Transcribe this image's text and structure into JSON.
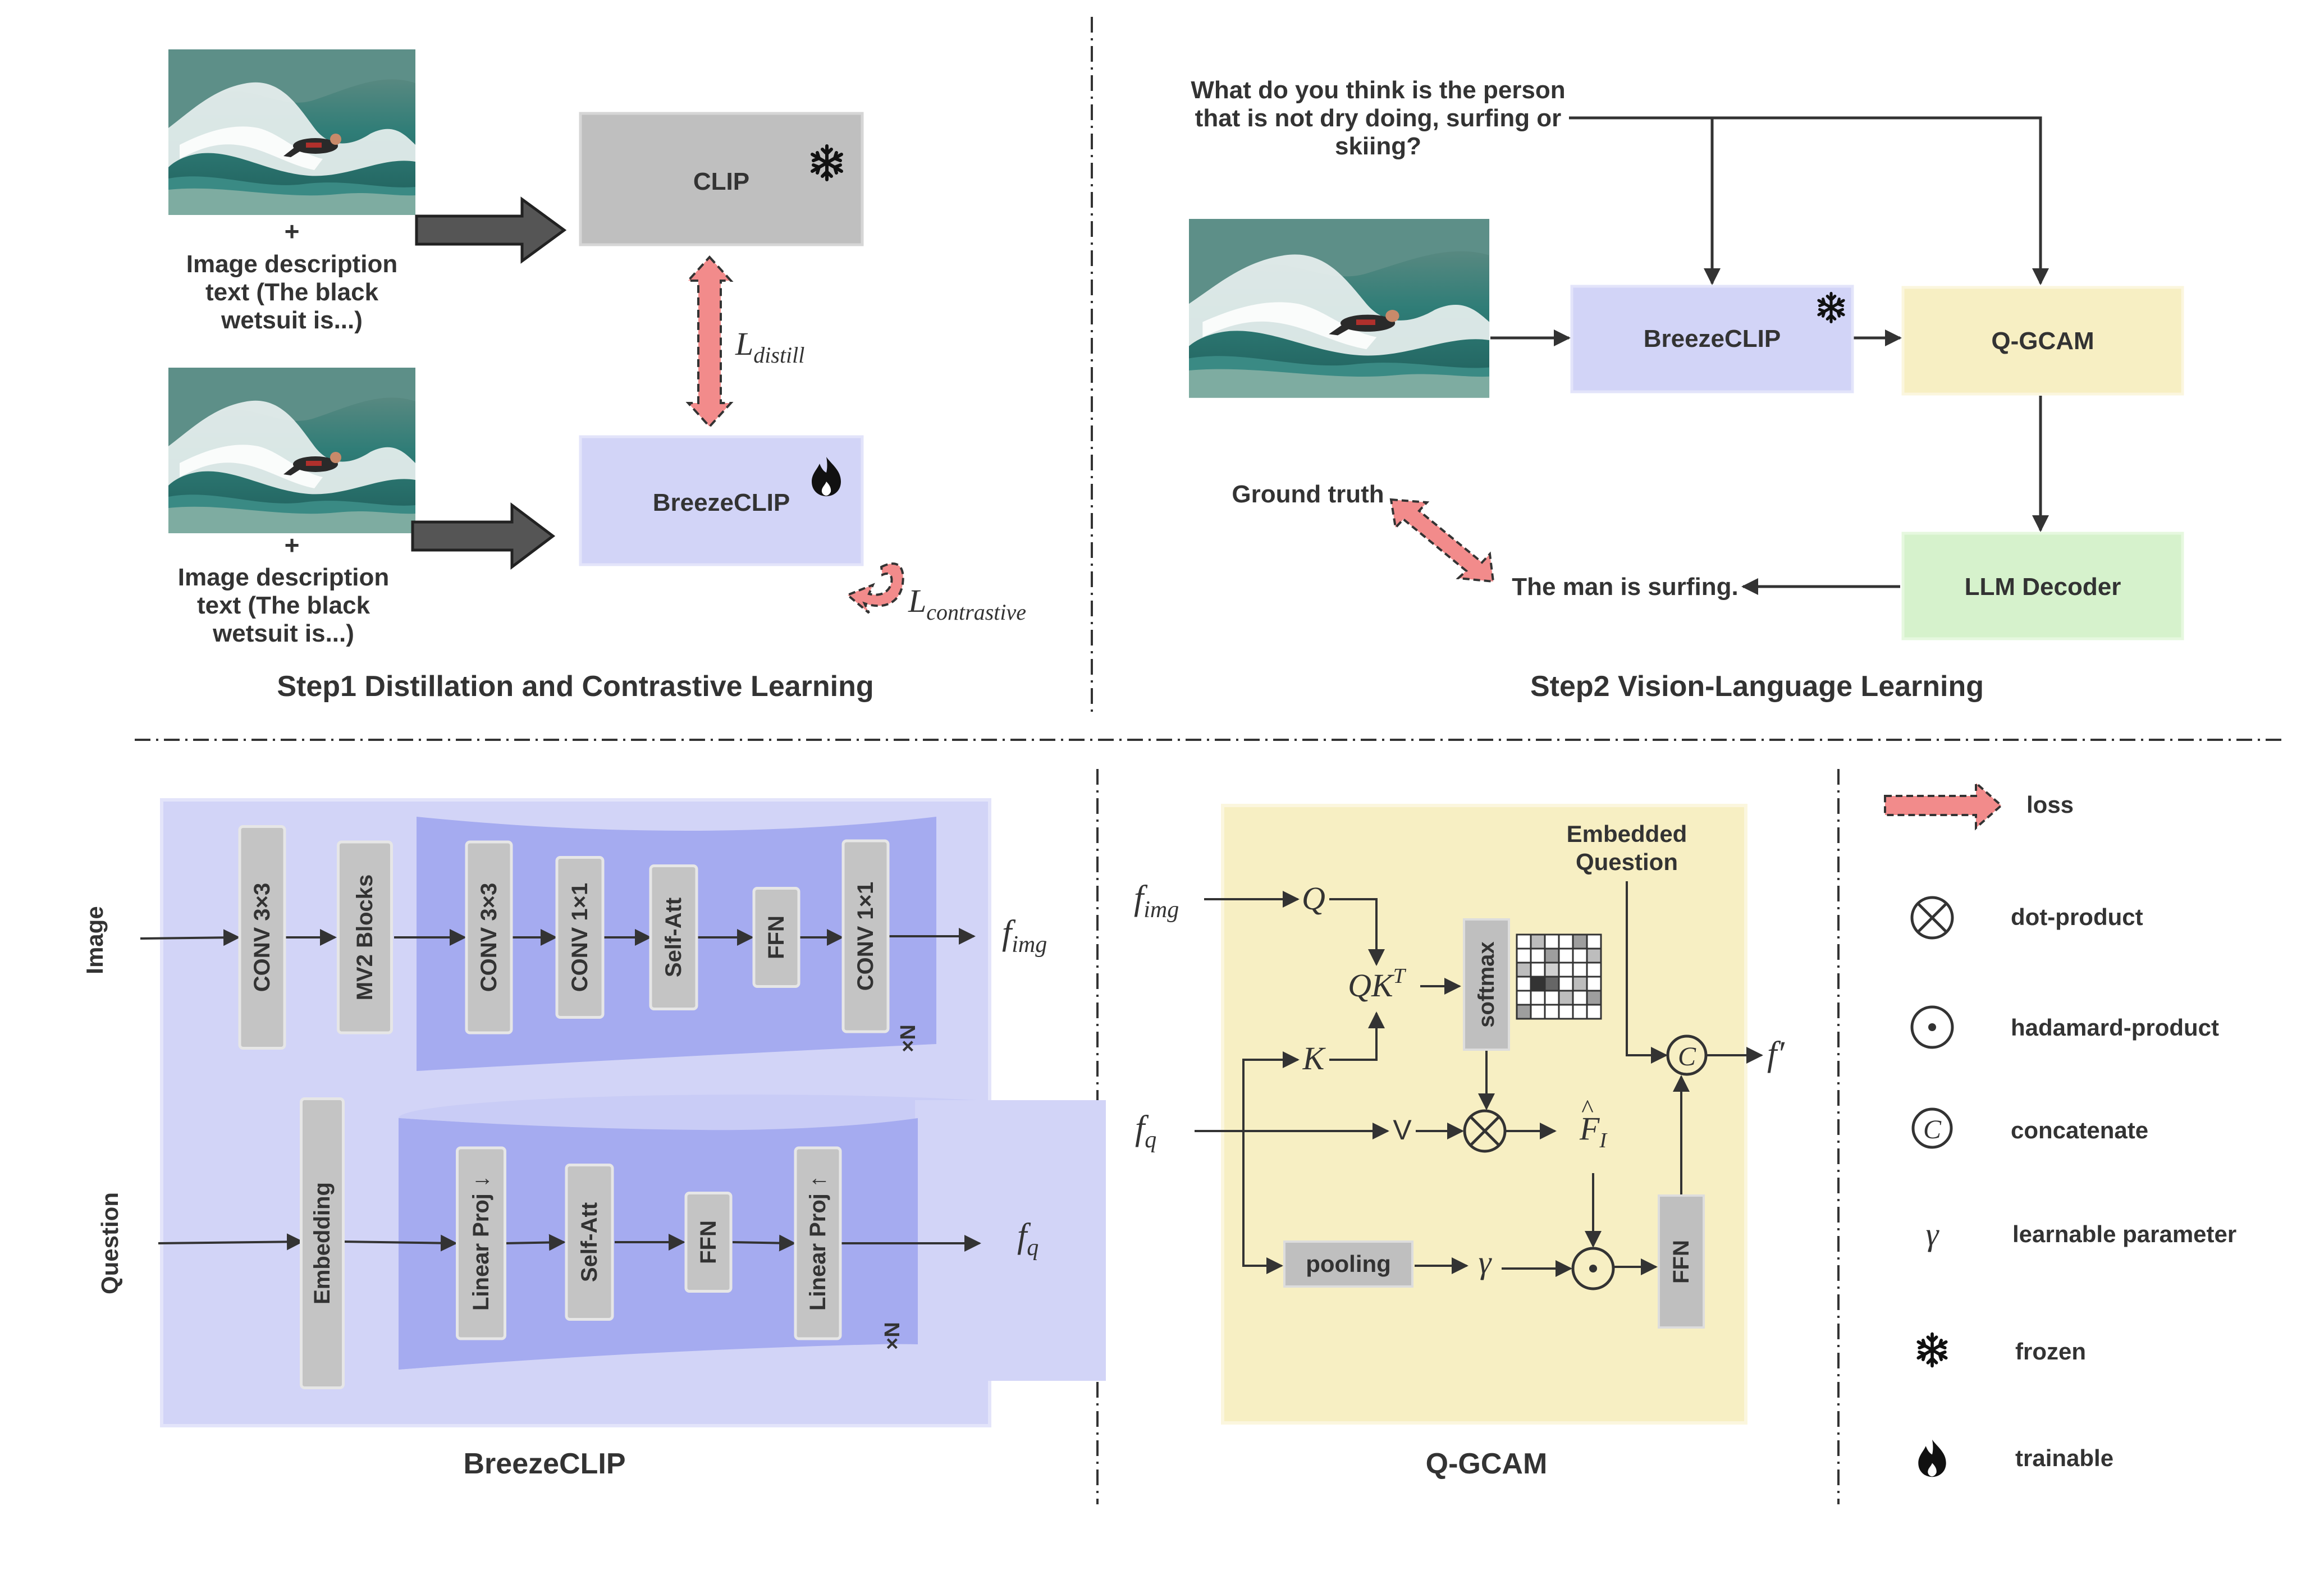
{
  "colors": {
    "breeze_purple": "#d2d4f7",
    "breeze_inner": "#a5abf0",
    "clip_gray": "#bfbfbf",
    "qgcam_yellow": "#f7efc3",
    "llm_green": "#d6f2cc",
    "block_gray": "#c4c4c4",
    "loss_pink": "#f28b8b",
    "wave_water": "#2e7d78"
  },
  "step1": {
    "title": "Step1 Distillation and Contrastive Learning",
    "plus": "+",
    "image_desc_top": [
      "Image description",
      "text (The black",
      "wetsuit is...)"
    ],
    "image_desc_bottom": [
      "Image description",
      "text (The black",
      "wetsuit is...)"
    ],
    "clip_label": "CLIP",
    "breeze_label": "BreezeCLIP",
    "loss_distill": {
      "base": "L",
      "sub": "distill"
    },
    "loss_contrastive": {
      "base": "L",
      "sub": "contrastive"
    },
    "frozen_icon": "snowflake-icon",
    "trainable_icon": "flame-icon"
  },
  "step2": {
    "title": "Step2 Vision-Language Learning",
    "question": [
      "What do you think is the person",
      "that is not dry doing, surfing or",
      "skiing?"
    ],
    "breeze_label": "BreezeCLIP",
    "qgcam_label": "Q-GCAM",
    "llm_label": "LLM Decoder",
    "answer": "The man is surfing.",
    "ground_truth": "Ground truth"
  },
  "breezeclip": {
    "title": "BreezeCLIP",
    "image_label": "Image",
    "question_label": "Question",
    "image_blocks": [
      "CONV 3×3",
      "MV2 Blocks",
      "CONV 3×3",
      "CONV 1×1",
      "Self-Att",
      "FFN",
      "CONV 1×1"
    ],
    "question_blocks": [
      "Embedding",
      "Linear Proj ↓",
      "Self-Att",
      "FFN",
      "Linear Proj ↑"
    ],
    "repeat_label": "×N",
    "out_img": {
      "base": "f",
      "sub": "img"
    },
    "out_q": {
      "base": "f",
      "sub": "q"
    }
  },
  "qgcam": {
    "title": "Q-GCAM",
    "embedded_question": [
      "Embedded",
      "Question"
    ],
    "in_img": {
      "base": "f",
      "sub": "img"
    },
    "in_q": {
      "base": "f",
      "sub": "q"
    },
    "Q": "Q",
    "K": "K",
    "V": "V",
    "QKT": {
      "base": "QK",
      "sup": "T"
    },
    "softmax": "softmax",
    "F_hat": {
      "base": "F",
      "sub": "I",
      "accent": "^"
    },
    "pooling": "pooling",
    "gamma": "γ",
    "ffn": "FFN",
    "concat": "C",
    "output": "f′"
  },
  "legend": [
    {
      "icon": "loss-arrow-icon",
      "label": "loss"
    },
    {
      "icon": "dot-product-icon",
      "label": "dot-product"
    },
    {
      "icon": "hadamard-product-icon",
      "label": "hadamard-product"
    },
    {
      "icon": "concatenate-icon",
      "label": "concatenate"
    },
    {
      "icon": "gamma-icon",
      "label": "learnable parameter",
      "symbol": "γ"
    },
    {
      "icon": "snowflake-icon",
      "label": "frozen"
    },
    {
      "icon": "flame-icon",
      "label": "trainable"
    }
  ]
}
